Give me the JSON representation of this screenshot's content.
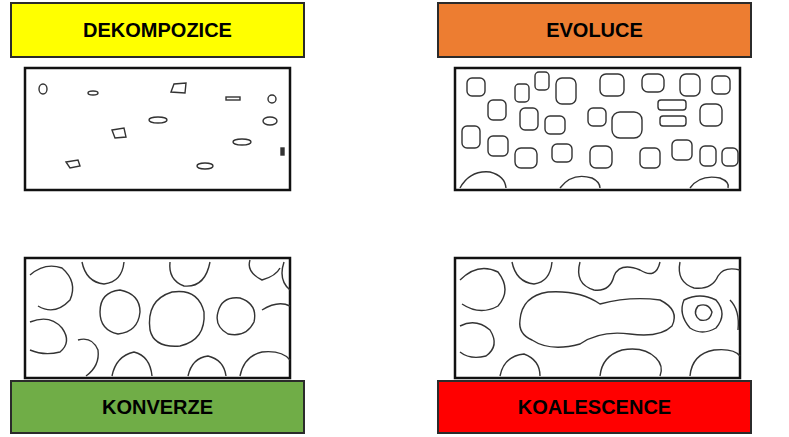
{
  "diagram": {
    "nodes": [
      {
        "text": [
          "DEKOMPOZICE"
        ]
      },
      {
        "text": [
          "EVOLUCE"
        ]
      },
      {
        "text": [
          "KONVERZE"
        ]
      },
      {
        "text": [
          "KOALESCENCE"
        ]
      }
    ]
  }
}
